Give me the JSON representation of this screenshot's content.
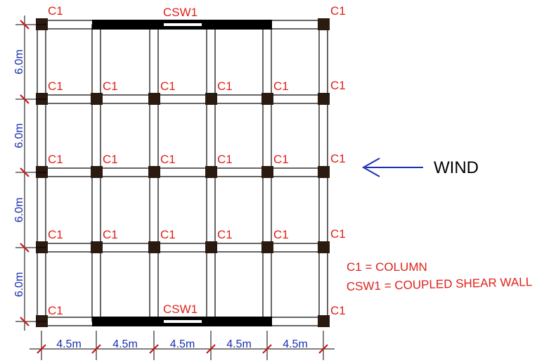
{
  "column_label": "C1",
  "shear_wall_label": "CSW1",
  "bay_widths": [
    "4.5m",
    "4.5m",
    "4.5m",
    "4.5m",
    "4.5m"
  ],
  "bay_heights": [
    "6.0m",
    "6.0m",
    "6.0m",
    "6.0m"
  ],
  "wind_label": "WIND",
  "legend": [
    "C1 = COLUMN",
    "CSW1 = COUPLED SHEAR WALL"
  ],
  "colors": {
    "member_outline": "#000000",
    "column_fill": "#2a1a10",
    "wall_fill": "#000000",
    "label_red": "#e0201b",
    "dimension_blue": "#1a2fb0",
    "tick_red": "#d01010"
  }
}
